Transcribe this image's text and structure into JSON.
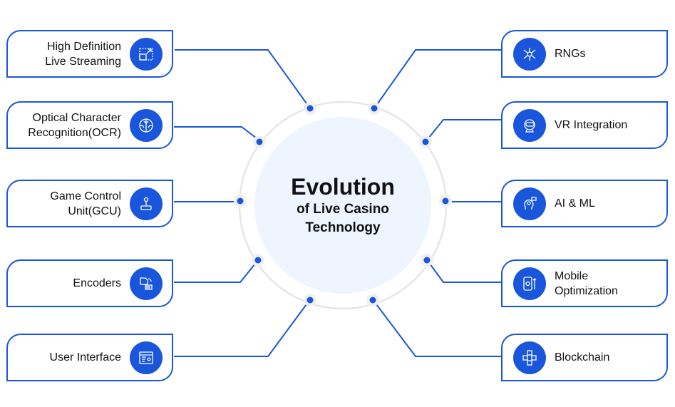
{
  "center": {
    "title": "Evolution",
    "subtitle_line1": "of Live Casino",
    "subtitle_line2": "Technology"
  },
  "left": [
    {
      "label": "High Definition\nLive Streaming",
      "icon": "streaming-screen-icon"
    },
    {
      "label": "Optical Character\nRecognition(OCR)",
      "icon": "ocr-scan-icon"
    },
    {
      "label": "Game Control\nUnit(GCU)",
      "icon": "joystick-icon"
    },
    {
      "label": "Encoders",
      "icon": "encoder-icon"
    },
    {
      "label": "User Interface",
      "icon": "user-interface-icon"
    }
  ],
  "right": [
    {
      "label": "RNGs",
      "icon": "rng-network-icon"
    },
    {
      "label": "VR Integration",
      "icon": "vr-headset-icon"
    },
    {
      "label": "AI & ML",
      "icon": "ai-brain-icon"
    },
    {
      "label": "Mobile\nOptimization",
      "icon": "mobile-gear-icon"
    },
    {
      "label": "Blockchain",
      "icon": "blockchain-cubes-icon"
    }
  ],
  "colors": {
    "accent": "#1a56db",
    "ring": "#e6e6e6",
    "center_fill": "#eef5fe"
  }
}
